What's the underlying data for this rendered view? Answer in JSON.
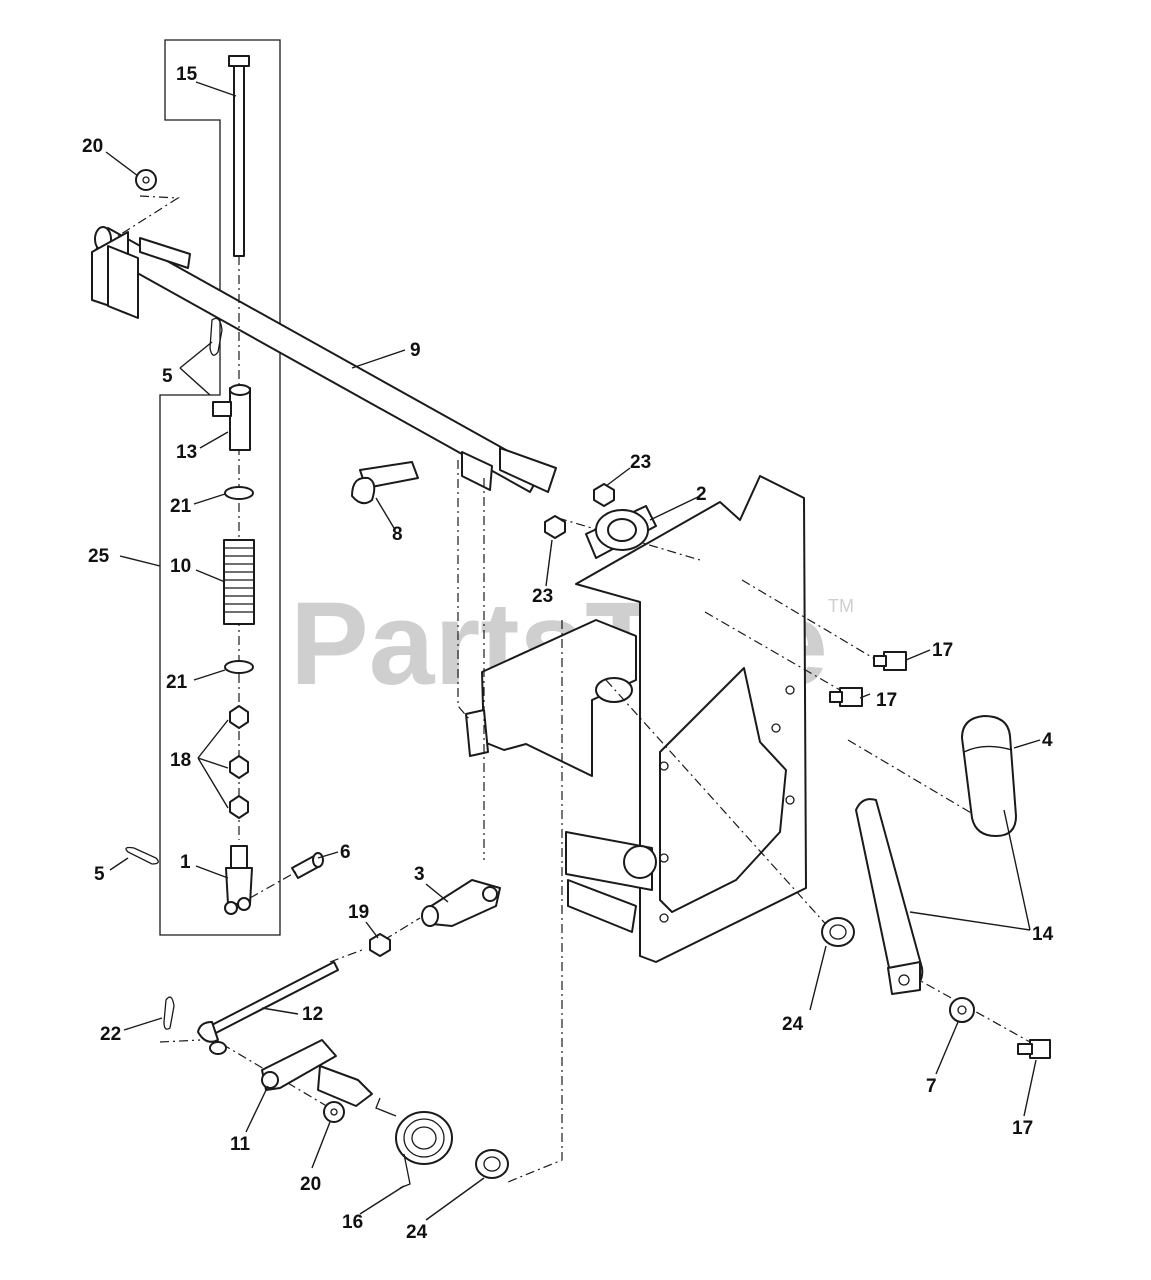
{
  "watermark": {
    "text": "PartsTree",
    "mark": "TM"
  },
  "callouts": [
    {
      "label": "15"
    },
    {
      "label": "20"
    },
    {
      "label": "5"
    },
    {
      "label": "9"
    },
    {
      "label": "13"
    },
    {
      "label": "21"
    },
    {
      "label": "25"
    },
    {
      "label": "10"
    },
    {
      "label": "21"
    },
    {
      "label": "18"
    },
    {
      "label": "5"
    },
    {
      "label": "1"
    },
    {
      "label": "6"
    },
    {
      "label": "8"
    },
    {
      "label": "23"
    },
    {
      "label": "2"
    },
    {
      "label": "23"
    },
    {
      "label": "17"
    },
    {
      "label": "17"
    },
    {
      "label": "4"
    },
    {
      "label": "3"
    },
    {
      "label": "19"
    },
    {
      "label": "14"
    },
    {
      "label": "24"
    },
    {
      "label": "12"
    },
    {
      "label": "22"
    },
    {
      "label": "11"
    },
    {
      "label": "20"
    },
    {
      "label": "16"
    },
    {
      "label": "24"
    },
    {
      "label": "7"
    },
    {
      "label": "17"
    }
  ]
}
